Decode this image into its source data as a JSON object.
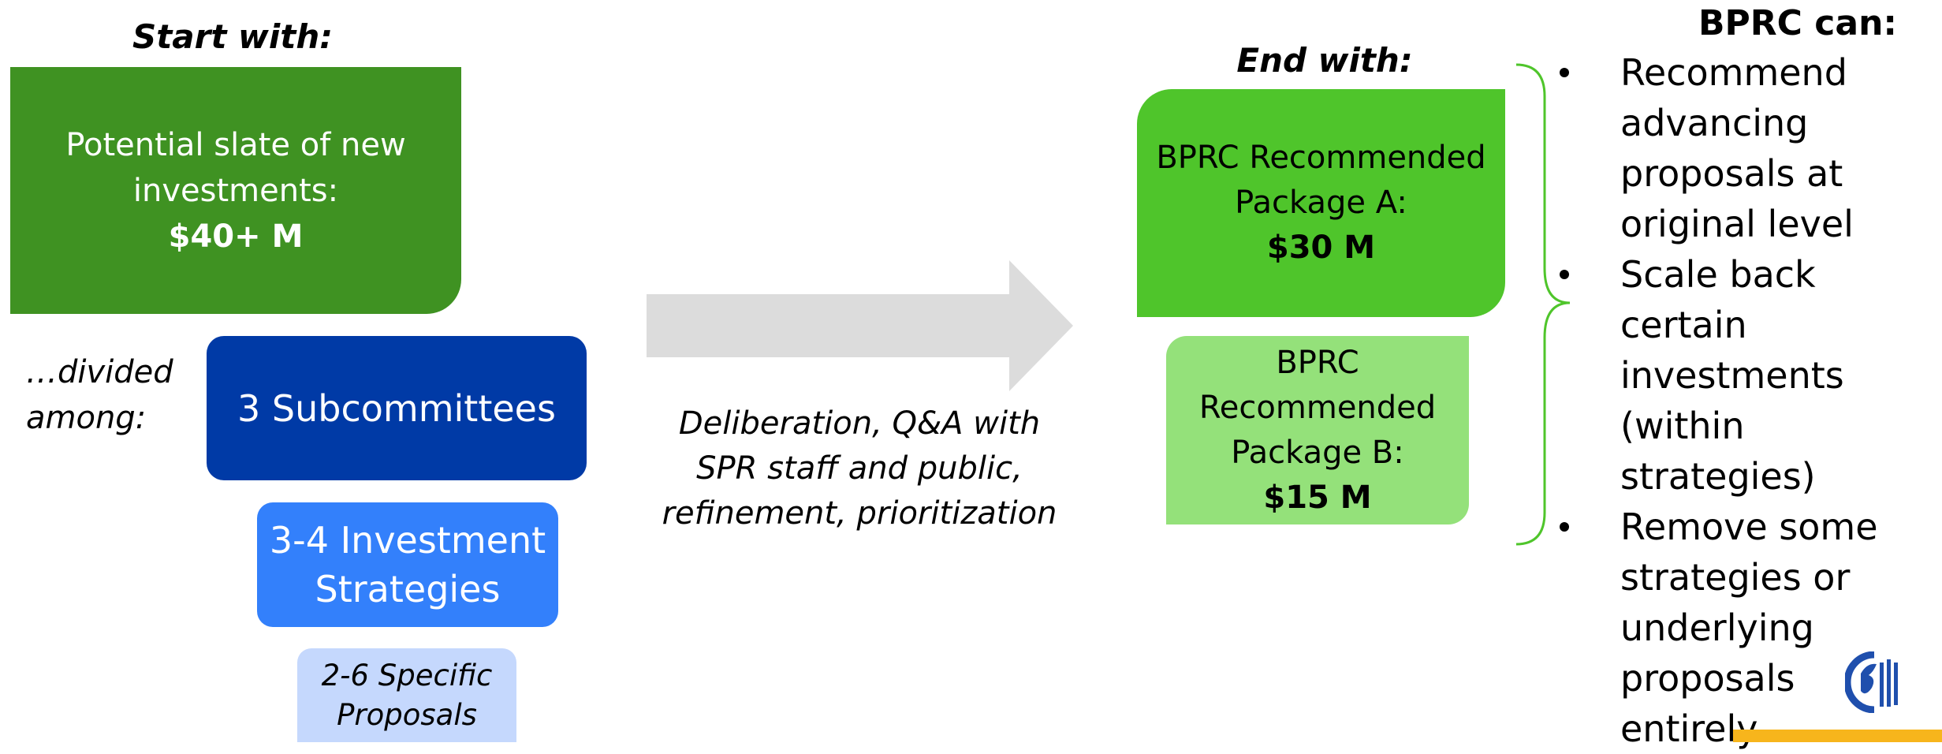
{
  "start": {
    "heading": "Start with:",
    "slate": {
      "line1": "Potential slate of new",
      "line2": "investments:",
      "amount": "$40+ M"
    },
    "divided": {
      "line1": "…divided",
      "line2": "among:"
    },
    "subcommittees": "3 Subcommittees",
    "strategies": {
      "line1": "3-4 Investment",
      "line2": "Strategies"
    },
    "proposals": {
      "line1": "2-6 Specific",
      "line2": "Proposals"
    }
  },
  "process": {
    "caption_lines": [
      "Deliberation, Q&A with",
      "SPR staff and public,",
      "refinement, prioritization"
    ]
  },
  "end": {
    "heading": "End with:",
    "package_a": {
      "line1": "BPRC Recommended",
      "line2": "Package A:",
      "amount": "$30 M"
    },
    "package_b": {
      "line1": "BPRC",
      "line2": "Recommended",
      "line3": "Package B:",
      "amount": "$15 M"
    }
  },
  "bprc": {
    "heading": "BPRC can:",
    "bullets": [
      [
        "Recommend",
        "advancing",
        "proposals at",
        "original level"
      ],
      [
        "Scale back certain",
        "investments",
        "(within strategies)"
      ],
      [
        "Remove some",
        "strategies or",
        "underlying",
        "proposals entirely"
      ]
    ]
  },
  "colors": {
    "slate": "#3f9222",
    "subcommittees": "#003aa6",
    "strategies": "#3380fb",
    "proposals": "#c5d8fd",
    "package_a": "#4fc52b",
    "package_b": "#94e17a",
    "arrow": "#dcdcdc",
    "brace": "#4fc52b",
    "logo": "#1f4fad",
    "footer_bar": "#f7b51c"
  }
}
